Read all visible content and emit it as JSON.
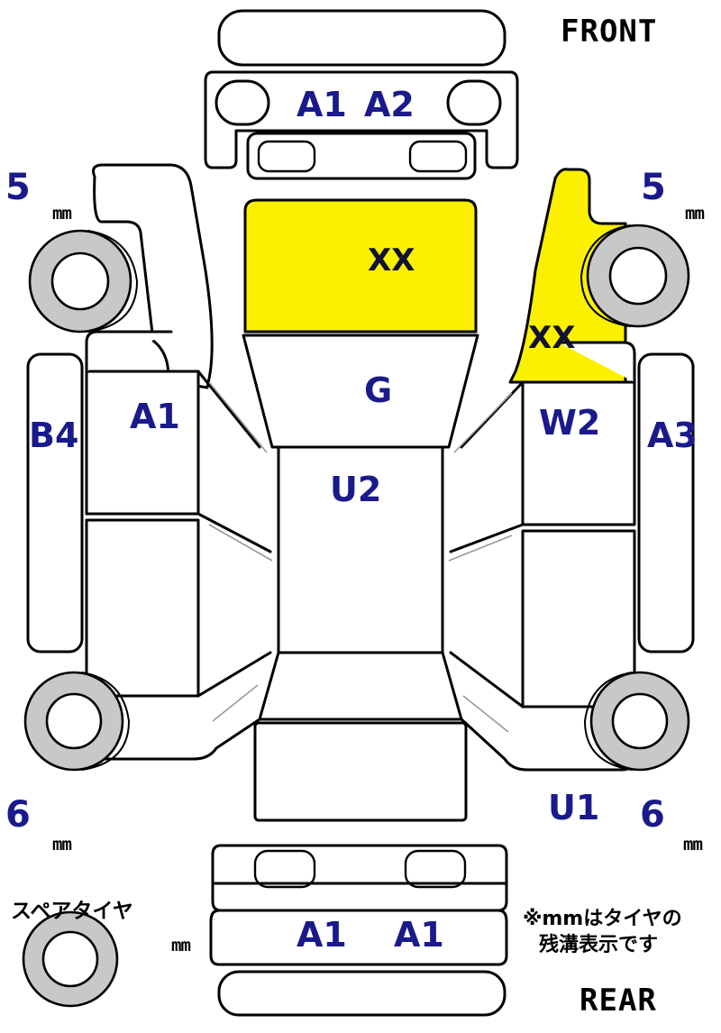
{
  "diagram": {
    "title": "vehicle-condition-diagram",
    "orientation_labels": {
      "front": "FRONT",
      "rear": "REAR"
    },
    "note": {
      "line1": "※mmはタイヤの",
      "line2": "残溝表示です"
    },
    "spare_tire_label": "スペアタイヤ",
    "colors": {
      "highlight": "#FAF000",
      "code_text": "#1A1A8C",
      "tire_fill": "#C8C8C8",
      "outline": "#000000",
      "background": "#FFFFFF"
    },
    "tire_depths": [
      {
        "id": "front-left",
        "value": "5",
        "unit": "mm"
      },
      {
        "id": "front-right",
        "value": "5",
        "unit": "mm"
      },
      {
        "id": "rear-left",
        "value": "6",
        "unit": "mm"
      },
      {
        "id": "rear-right",
        "value": "6",
        "unit": "mm"
      }
    ],
    "panel_codes": [
      {
        "id": "front-bumper-left",
        "label": "A1"
      },
      {
        "id": "front-bumper-right",
        "label": "A2"
      },
      {
        "id": "hood",
        "label": "XX",
        "highlighted": true
      },
      {
        "id": "roof",
        "label": "G"
      },
      {
        "id": "left-front-door",
        "label": "A1"
      },
      {
        "id": "left-side-sill",
        "label": "B4"
      },
      {
        "id": "windshield-area",
        "label": "U2"
      },
      {
        "id": "right-front-fender",
        "label": "XX",
        "highlighted": true
      },
      {
        "id": "right-front-door",
        "label": "W2"
      },
      {
        "id": "right-side-sill",
        "label": "A3"
      },
      {
        "id": "trunk-lid",
        "label": "U1"
      },
      {
        "id": "rear-bumper-left",
        "label": "A1"
      },
      {
        "id": "rear-bumper-right",
        "label": "A1"
      }
    ]
  }
}
